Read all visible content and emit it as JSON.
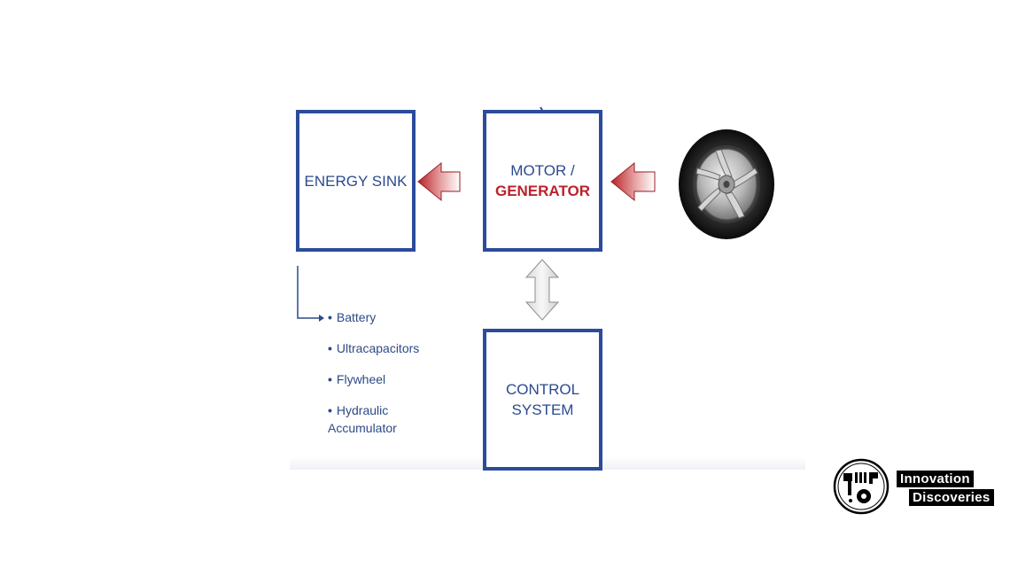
{
  "diagram": {
    "energy_sink": {
      "label": "ENERGY SINK"
    },
    "motor_generator": {
      "line1": "MOTOR /",
      "line2": "GENERATOR"
    },
    "control_system": {
      "line1": "CONTROL",
      "line2": "SYSTEM"
    },
    "storage_options": [
      "Battery",
      "Ultracapacitors",
      "Flywheel",
      "Hydraulic",
      "Accumulator"
    ],
    "colors": {
      "box_border": "#2b4b9b",
      "text_blue": "#2b4a8e",
      "text_red": "#b8232b",
      "arrow_red": "#b8232b"
    },
    "icons": [
      "flow-arrow-red-icon",
      "bidirectional-arrow-icon",
      "wheel-icon"
    ]
  },
  "logo": {
    "word1": "Innovation",
    "word2": "Discoveries"
  }
}
